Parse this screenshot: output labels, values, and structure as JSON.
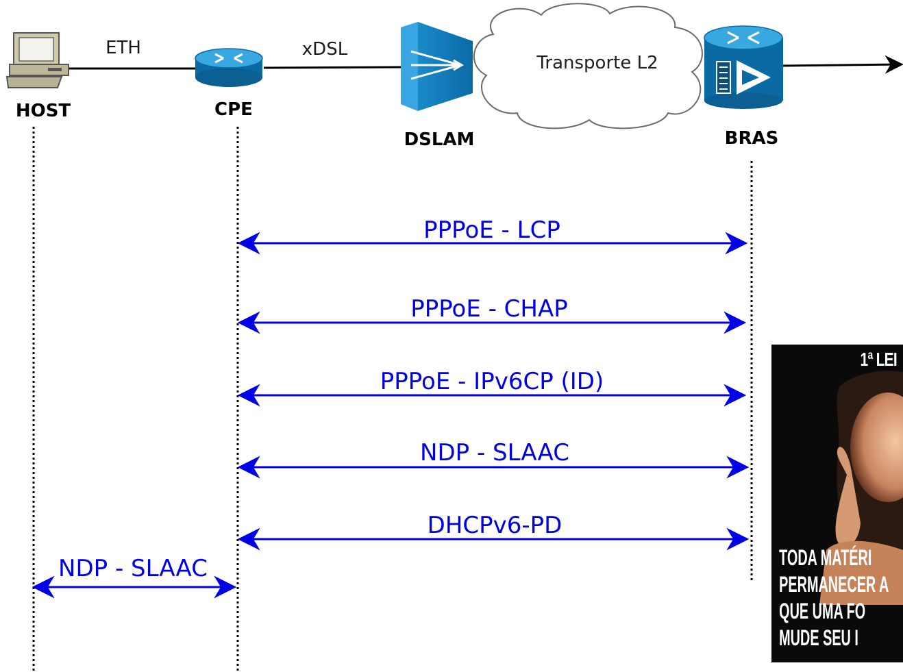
{
  "nodes": {
    "host": "HOST",
    "cpe": "CPE",
    "dslam": "DSLAM",
    "bras": "BRAS"
  },
  "links": {
    "eth": "ETH",
    "xdsl": "xDSL",
    "cloud": "Transporte L2"
  },
  "messages": [
    {
      "label": "PPPoE - LCP",
      "from": "CPE",
      "to": "BRAS"
    },
    {
      "label": "PPPoE - CHAP",
      "from": "CPE",
      "to": "BRAS"
    },
    {
      "label": "PPPoE - IPv6CP (ID)",
      "from": "CPE",
      "to": "BRAS"
    },
    {
      "label": "NDP - SLAAC",
      "from": "CPE",
      "to": "BRAS"
    },
    {
      "label": "DHCPv6-PD",
      "from": "CPE",
      "to": "BRAS"
    },
    {
      "label": "NDP - SLAAC",
      "from": "HOST",
      "to": "CPE"
    }
  ],
  "meme": {
    "title": "1ª LEI",
    "caption_lines": [
      "TODA MATÉRI",
      "PERMANECER A",
      "QUE UMA FO",
      "MUDE SEU I"
    ]
  },
  "colors": {
    "message_arrow": "#0000e6",
    "device_blue": "#1a8fd0",
    "device_dark": "#0a5f93"
  }
}
